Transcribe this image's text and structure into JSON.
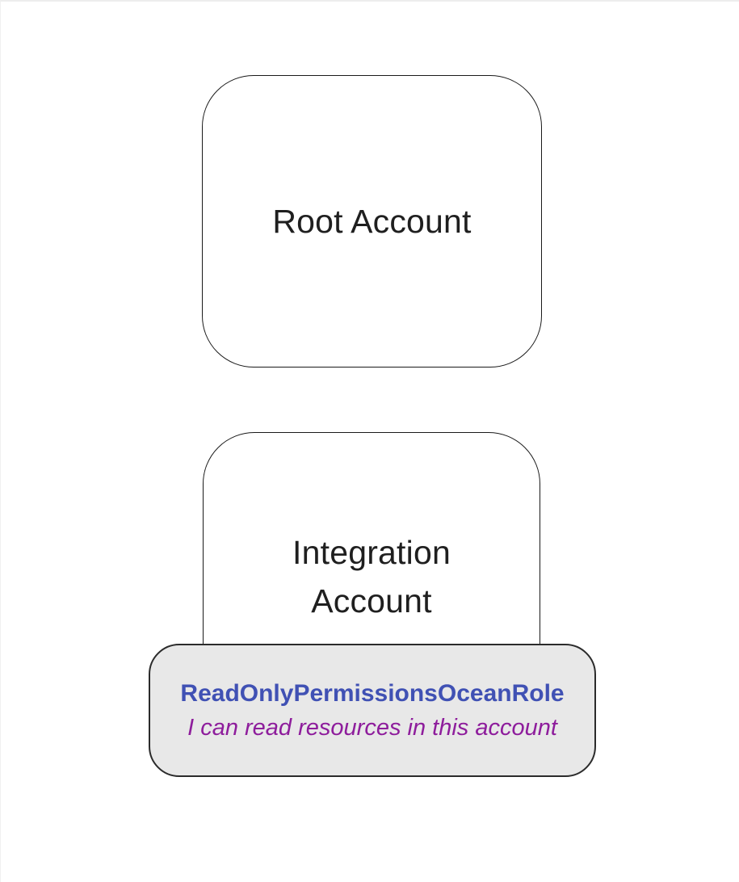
{
  "diagram": {
    "background_color": "#ffffff",
    "node_border_color": "#1a1a1a",
    "node_text_color": "#1f1f1f",
    "nodes": {
      "root_account": {
        "label": "Root Account"
      },
      "integration_account": {
        "label": "Integration Account"
      }
    },
    "role_badge": {
      "name": "ReadOnlyPermissionsOceanRole",
      "description": "I can read resources in this account",
      "name_color": "#4051b4",
      "description_color": "#8e1d9c",
      "background_color": "#e8e8e8",
      "border_color": "#2b2b2b"
    }
  }
}
